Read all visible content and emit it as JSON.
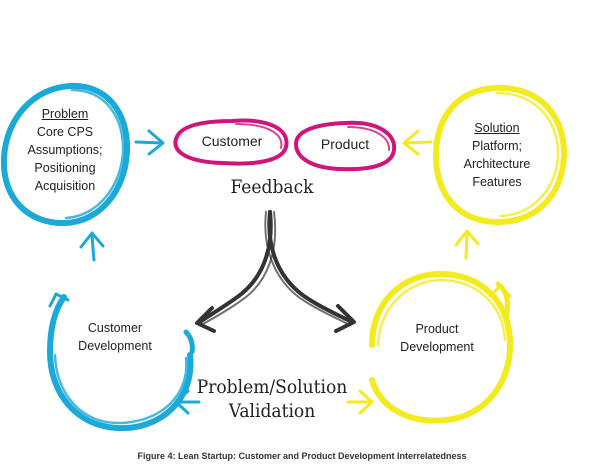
{
  "colors": {
    "blue": "#1aa9d9",
    "yellow": "#f3ea1f",
    "magenta": "#d0157a",
    "dark": "#333333"
  },
  "problem": {
    "title": "Problem",
    "lines": [
      "Core CPS",
      "Assumptions;",
      "Positioning",
      "Acquisition"
    ]
  },
  "solution": {
    "title": "Solution",
    "lines": [
      "Platform;",
      "Architecture",
      "Features"
    ]
  },
  "feedback": {
    "customer": "Customer",
    "product": "Product",
    "label": "Feedback"
  },
  "customer_development": {
    "lines": [
      "Customer",
      "Development"
    ]
  },
  "product_development": {
    "lines": [
      "Product",
      "Development"
    ]
  },
  "validation": {
    "lines": [
      "Problem/Solution",
      "Validation"
    ]
  },
  "caption": "Figure 4: Lean Startup: Customer and Product Development Interrelatedness"
}
